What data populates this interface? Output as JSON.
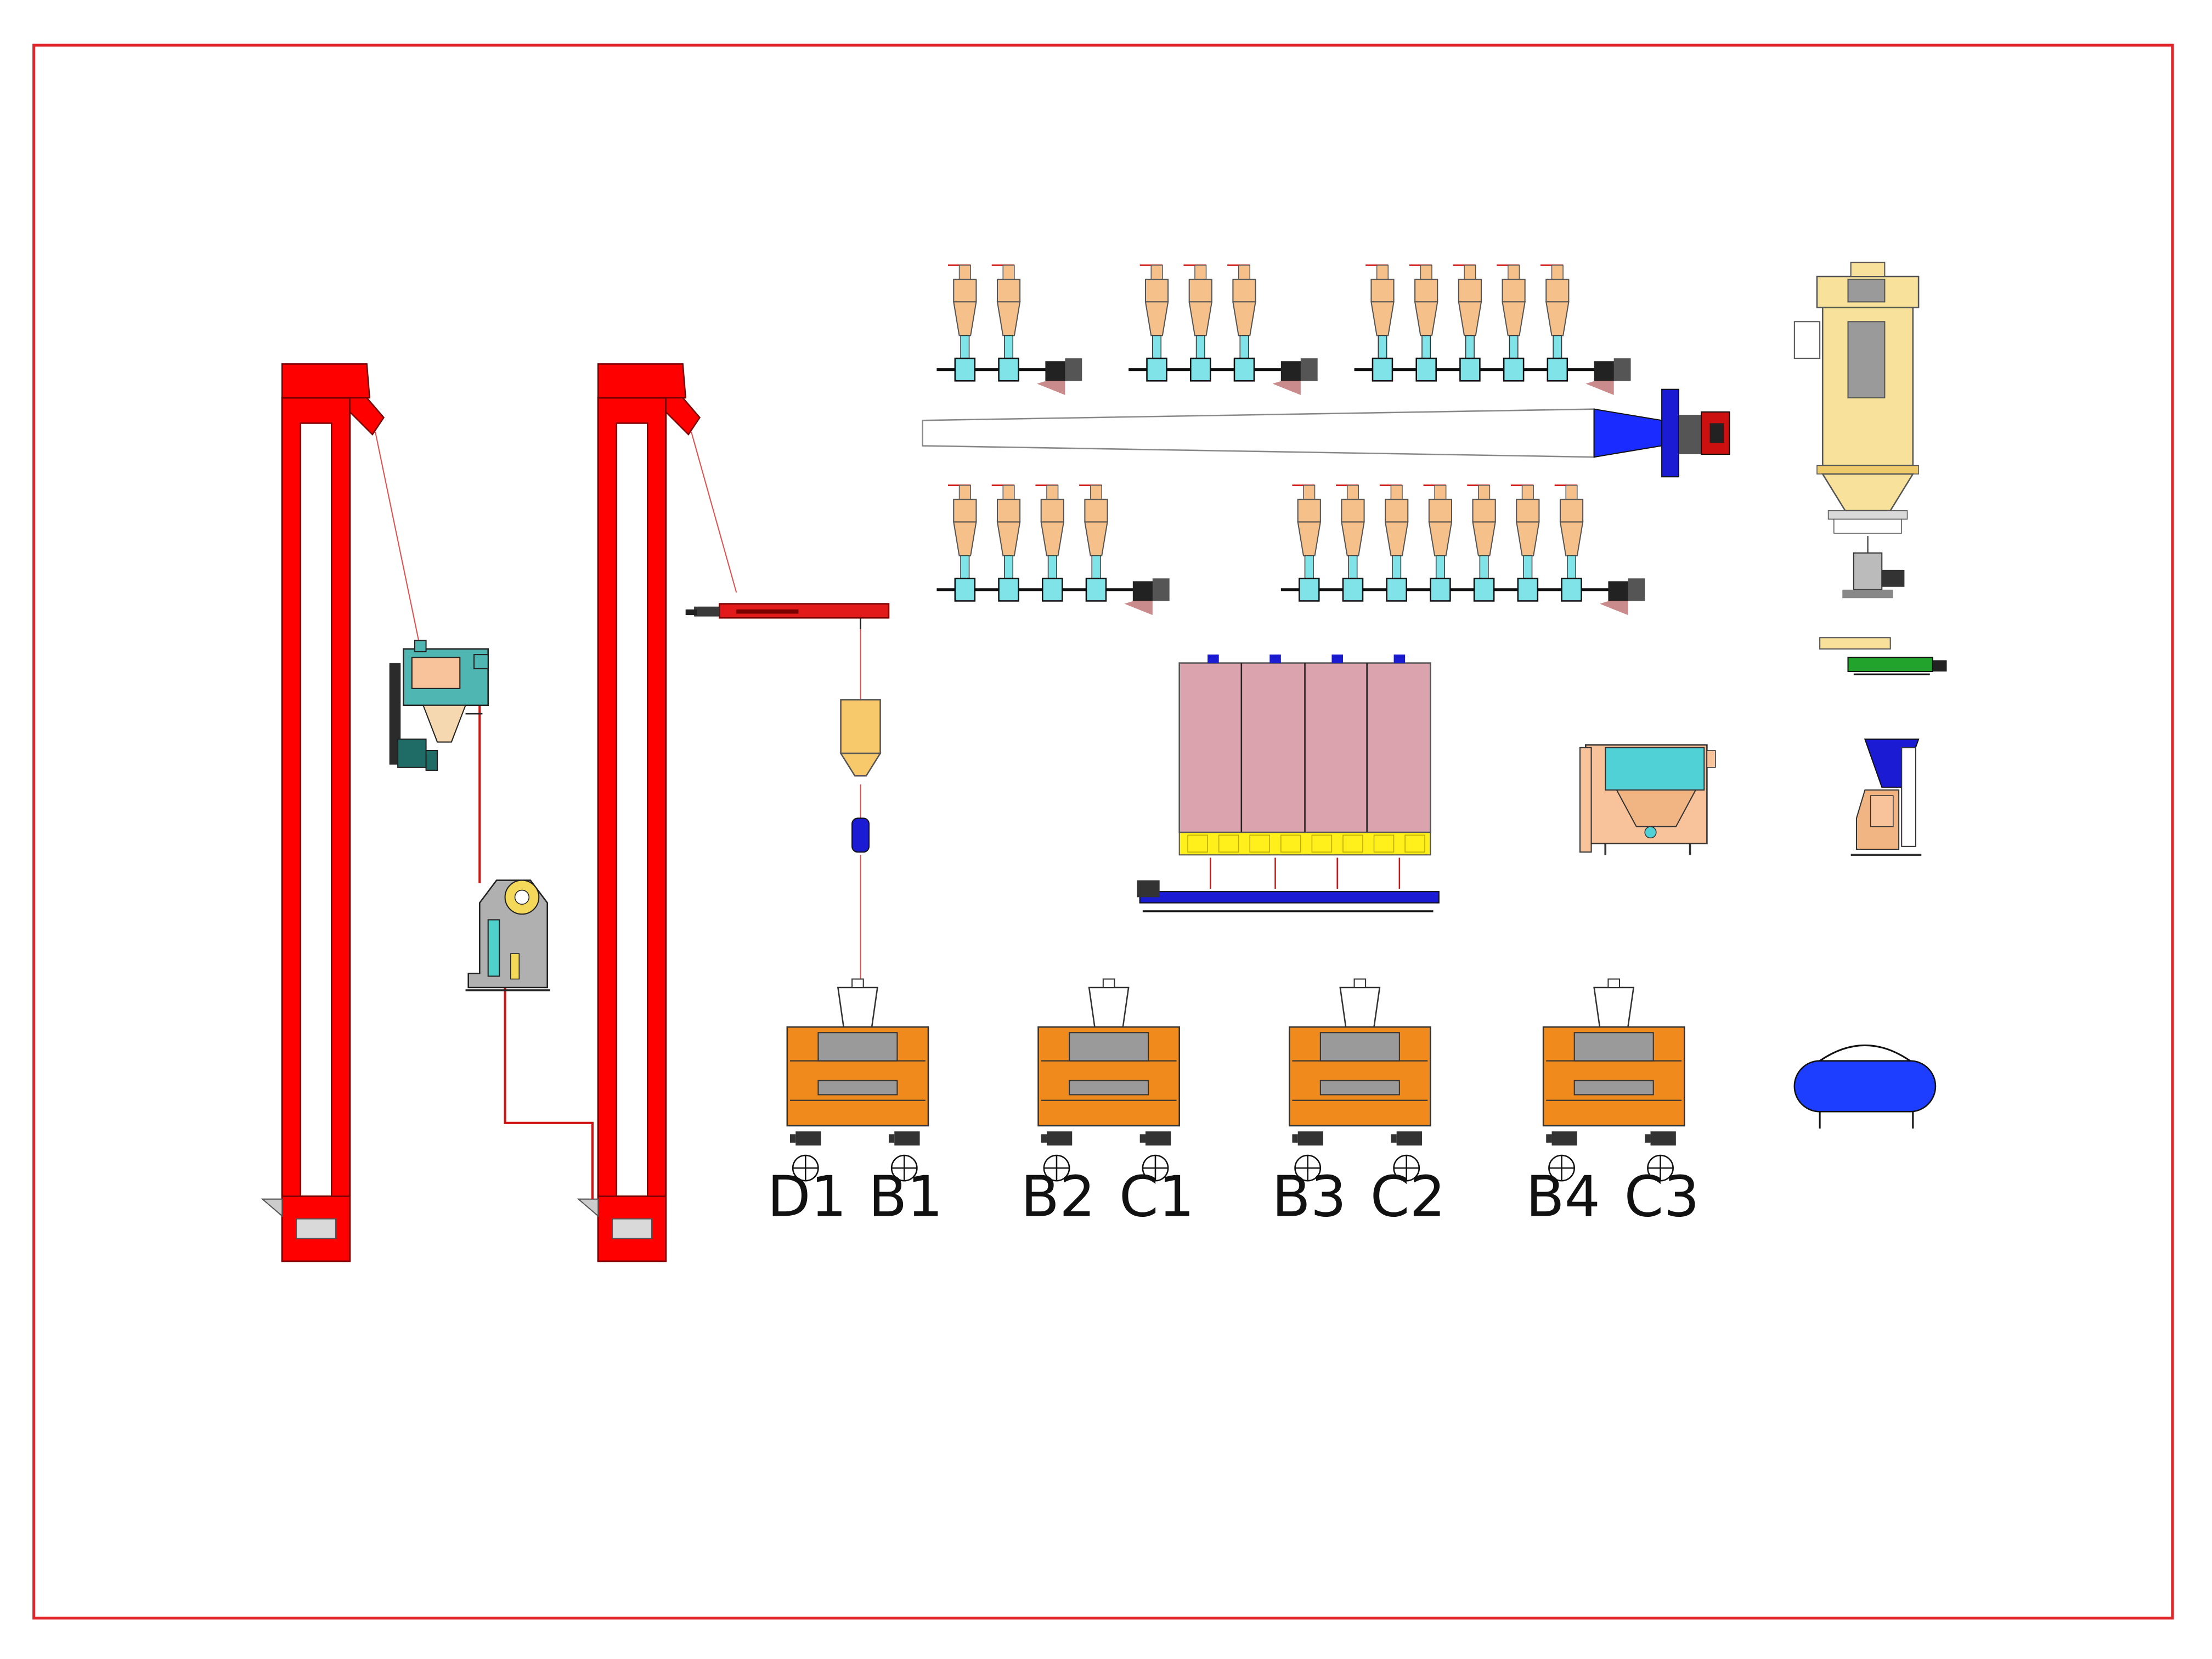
{
  "colors": {
    "frame": "#e0242a",
    "elevator": "#ff0000",
    "elevator_outline": "#7a0000",
    "cyclone": "#f5c08a",
    "airlock": "#7fe3e8",
    "roller_mill": "#f08a1c",
    "roller_mill_grey": "#9a9a9a",
    "sifter": "#dba3ad",
    "sifter_yellow": "#ffef1a",
    "filter": "#f7e19b",
    "fan": "#1a2bff",
    "tank": "#1d3dff",
    "scourer_body": "#4fb6b1",
    "conveyor_blue": "#1b1bd4",
    "pipe": "#d01414"
  },
  "icons": [
    "elevator-icon",
    "cyclone-icon",
    "airlock-icon",
    "fan-icon",
    "roller-mill-icon",
    "plansifter-icon",
    "bag-filter-icon",
    "air-tank-icon",
    "screw-conveyor-icon",
    "scourer-icon",
    "purifier-icon"
  ],
  "roller_mills": [
    {
      "left_label": "D1",
      "right_label": "B1"
    },
    {
      "left_label": "B2",
      "right_label": "C1"
    },
    {
      "left_label": "B3",
      "right_label": "C2"
    },
    {
      "left_label": "B4",
      "right_label": "C3"
    }
  ],
  "cyclone_groups": [
    {
      "count": 2
    },
    {
      "count": 3
    },
    {
      "count": 5
    },
    {
      "count": 4
    },
    {
      "count": 7
    }
  ],
  "plansifter": {
    "sections": 4,
    "outlets": 8
  }
}
